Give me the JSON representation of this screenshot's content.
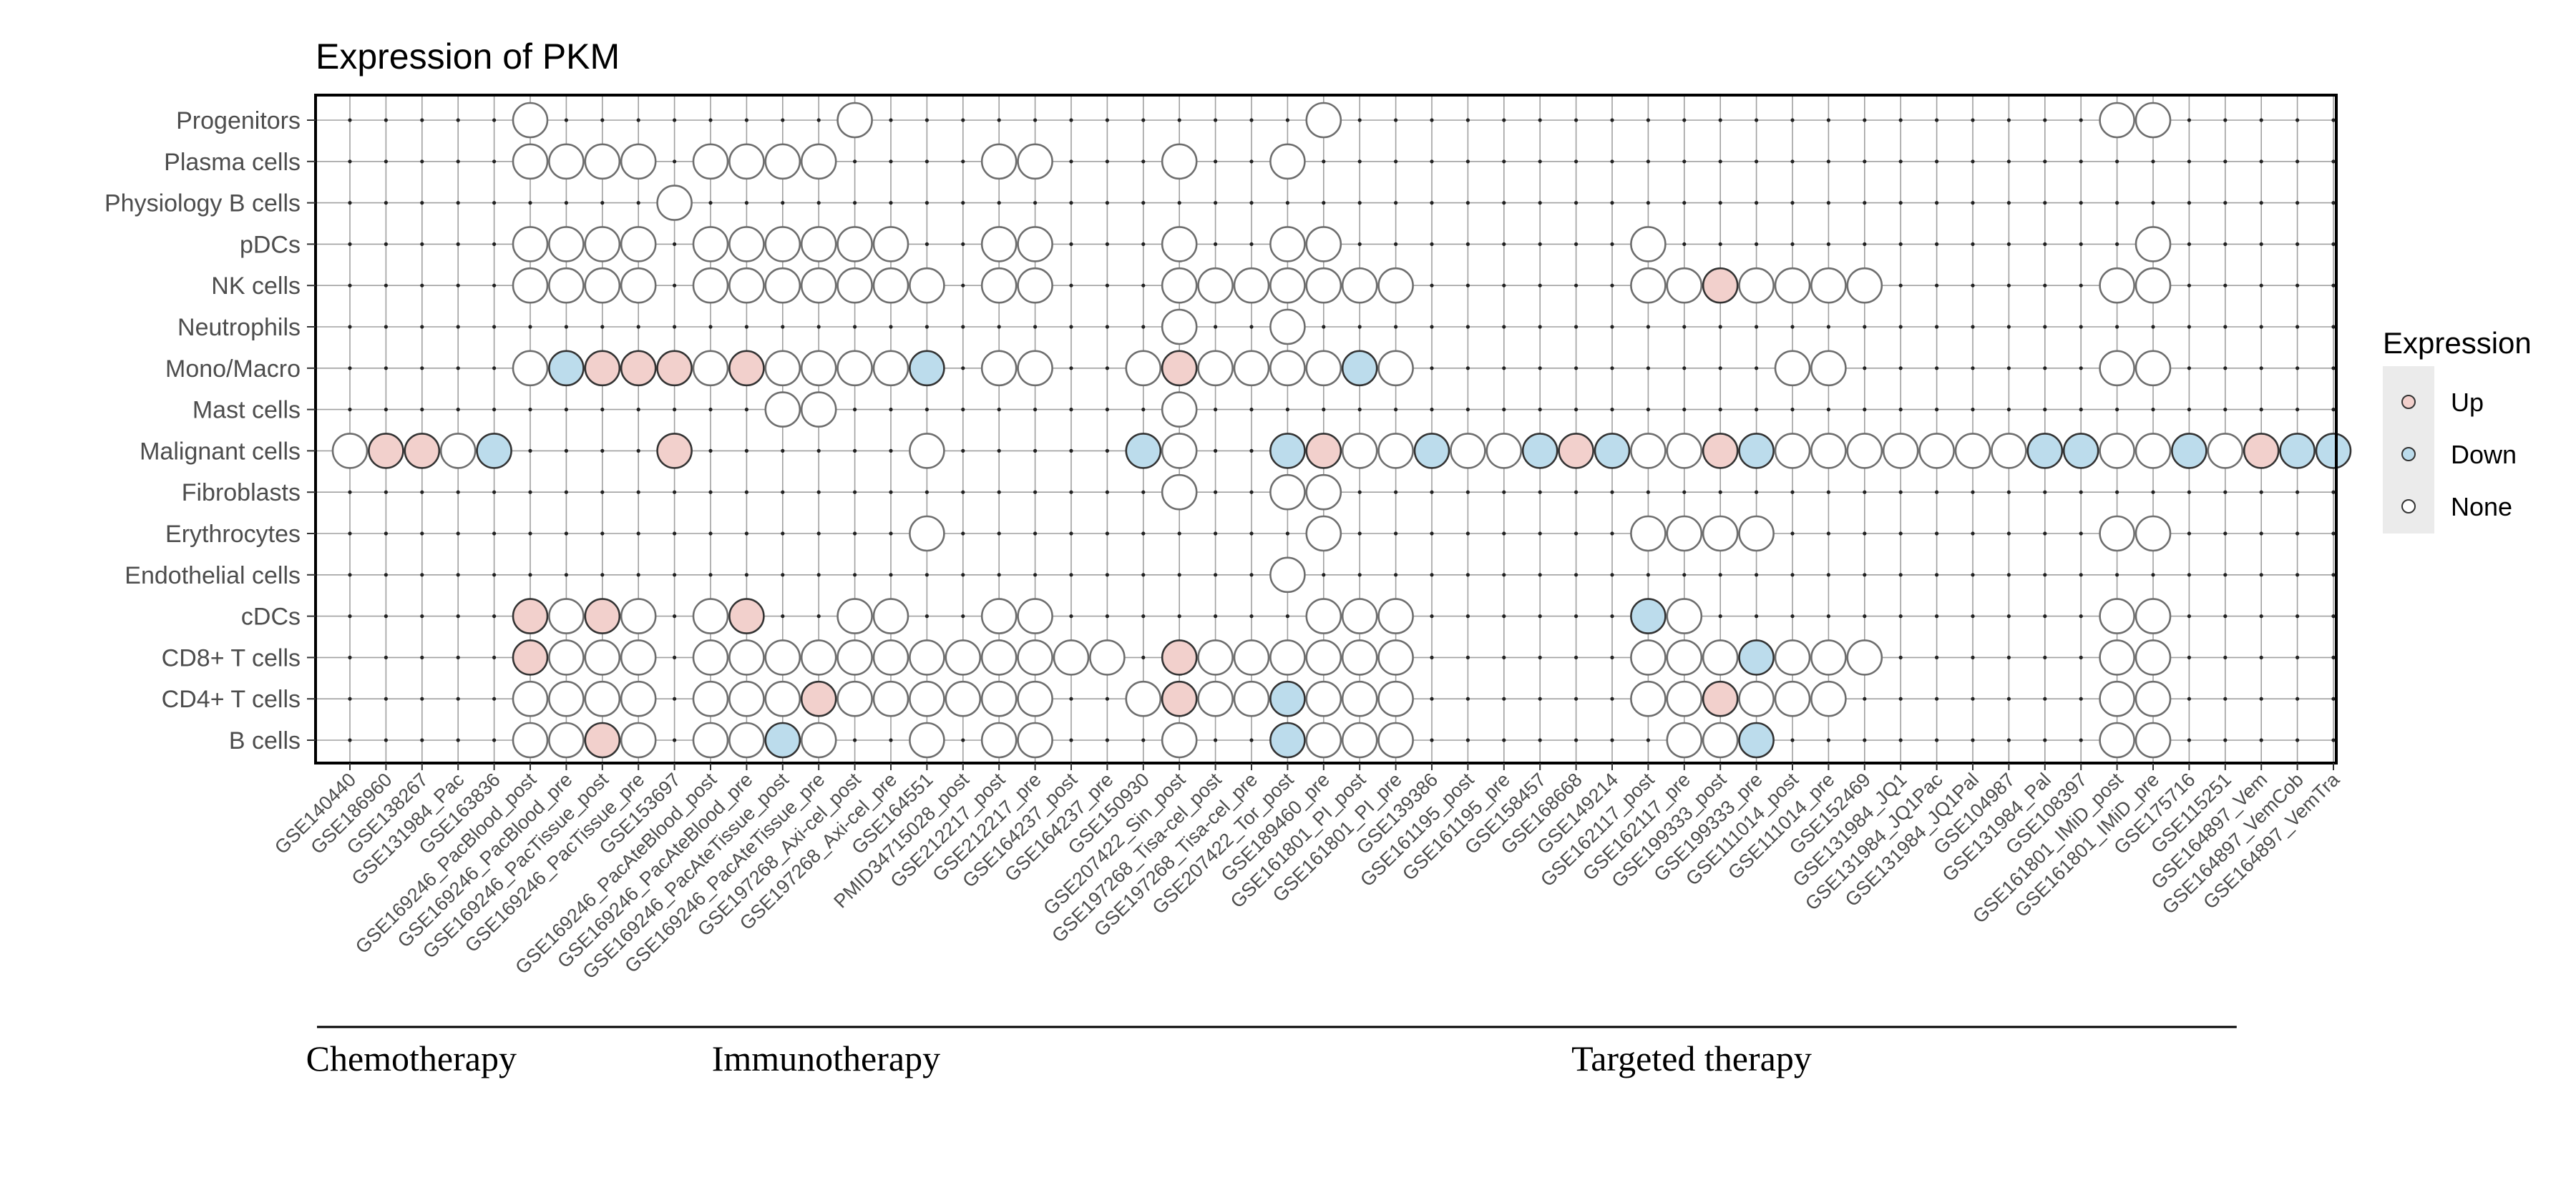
{
  "chart_data": {
    "type": "dot-matrix",
    "title": "Expression of PKM",
    "legend": {
      "title": "Expression",
      "placement": "right",
      "entries": [
        {
          "label": "Up",
          "color": "#f2d0cc"
        },
        {
          "label": "Down",
          "color": "#bcdcec"
        },
        {
          "label": "None",
          "color": "#ffffff"
        }
      ]
    },
    "y_categories": [
      "Progenitors",
      "Plasma cells",
      "Physiology B cells",
      "pDCs",
      "NK cells",
      "Neutrophils",
      "Mono/Macro",
      "Mast cells",
      "Malignant cells",
      "Fibroblasts",
      "Erythrocytes",
      "Endothelial cells",
      "cDCs",
      "CD8+ T cells",
      "CD4+ T cells",
      "B cells"
    ],
    "x_categories": [
      "GSE140440",
      "GSE186960",
      "GSE138267",
      "GSE131984_Pac",
      "GSE163836",
      "GSE169246_PacBlood_post",
      "GSE169246_PacBlood_pre",
      "GSE169246_PacTissue_post",
      "GSE169246_PacTissue_pre",
      "GSE153697",
      "GSE169246_PacAteBlood_post",
      "GSE169246_PacAteBlood_pre",
      "GSE169246_PacAteTissue_post",
      "GSE169246_PacAteTissue_pre",
      "GSE197268_Axi-cel_post",
      "GSE197268_Axi-cel_pre",
      "GSE164551",
      "PMID34715028_post",
      "GSE212217_post",
      "GSE212217_pre",
      "GSE164237_post",
      "GSE164237_pre",
      "GSE150930",
      "GSE207422_Sin_post",
      "GSE197268_Tisa-cel_post",
      "GSE197268_Tisa-cel_pre",
      "GSE207422_Tor_post",
      "GSE189460_pre",
      "GSE161801_PI_post",
      "GSE161801_PI_pre",
      "GSE139386",
      "GSE161195_post",
      "GSE161195_pre",
      "GSE158457",
      "GSE168668",
      "GSE149214",
      "GSE162117_post",
      "GSE162117_pre",
      "GSE199333_post",
      "GSE199333_pre",
      "GSE111014_post",
      "GSE111014_pre",
      "GSE152469",
      "GSE131984_JQ1",
      "GSE131984_JQ1Pac",
      "GSE131984_JQ1Pal",
      "GSE104987",
      "GSE131984_Pal",
      "GSE108397",
      "GSE161801_IMiD_post",
      "GSE161801_IMiD_pre",
      "GSE175716",
      "GSE115251",
      "GSE164897_Vem",
      "GSE164897_VemCob",
      "GSE164897_VemTra"
    ],
    "points": {
      "Progenitors": {
        "5": "None",
        "14": "None",
        "27": "None",
        "49": "None",
        "50": "None"
      },
      "Plasma cells": {
        "5": "None",
        "6": "None",
        "7": "None",
        "8": "None",
        "10": "None",
        "11": "None",
        "12": "None",
        "13": "None",
        "18": "None",
        "19": "None",
        "23": "None",
        "26": "None"
      },
      "Physiology B cells": {
        "9": "None"
      },
      "pDCs": {
        "5": "None",
        "6": "None",
        "7": "None",
        "8": "None",
        "10": "None",
        "11": "None",
        "12": "None",
        "13": "None",
        "14": "None",
        "15": "None",
        "18": "None",
        "19": "None",
        "23": "None",
        "26": "None",
        "27": "None",
        "36": "None",
        "50": "None"
      },
      "NK cells": {
        "5": "None",
        "6": "None",
        "7": "None",
        "8": "None",
        "10": "None",
        "11": "None",
        "12": "None",
        "13": "None",
        "14": "None",
        "15": "None",
        "16": "None",
        "18": "None",
        "19": "None",
        "23": "None",
        "24": "None",
        "25": "None",
        "26": "None",
        "27": "None",
        "28": "None",
        "29": "None",
        "36": "None",
        "37": "None",
        "38": "Up",
        "39": "None",
        "40": "None",
        "41": "None",
        "42": "None",
        "49": "None",
        "50": "None"
      },
      "Neutrophils": {
        "23": "None",
        "26": "None"
      },
      "Mono/Macro": {
        "5": "None",
        "6": "Down",
        "7": "Up",
        "8": "Up",
        "9": "Up",
        "10": "None",
        "11": "Up",
        "12": "None",
        "13": "None",
        "14": "None",
        "15": "None",
        "16": "Down",
        "18": "None",
        "19": "None",
        "22": "None",
        "23": "Up",
        "24": "None",
        "25": "None",
        "26": "None",
        "27": "None",
        "28": "Down",
        "29": "None",
        "40": "None",
        "41": "None",
        "49": "None",
        "50": "None"
      },
      "Mast cells": {
        "12": "None",
        "13": "None",
        "23": "None"
      },
      "Malignant cells": {
        "0": "None",
        "1": "Up",
        "2": "Up",
        "3": "None",
        "4": "Down",
        "9": "Up",
        "16": "None",
        "22": "Down",
        "23": "None",
        "26": "Down",
        "27": "Up",
        "28": "None",
        "29": "None",
        "30": "Down",
        "31": "None",
        "32": "None",
        "33": "Down",
        "34": "Up",
        "35": "Down",
        "36": "None",
        "37": "None",
        "38": "Up",
        "39": "Down",
        "40": "None",
        "41": "None",
        "42": "None",
        "43": "None",
        "44": "None",
        "45": "None",
        "46": "None",
        "47": "Down",
        "48": "Down",
        "49": "None",
        "50": "None",
        "51": "Down",
        "52": "None",
        "53": "Up",
        "54": "Down",
        "55": "Down"
      },
      "Fibroblasts": {
        "23": "None",
        "26": "None",
        "27": "None"
      },
      "Erythrocytes": {
        "16": "None",
        "27": "None",
        "36": "None",
        "37": "None",
        "38": "None",
        "39": "None",
        "49": "None",
        "50": "None"
      },
      "Endothelial cells": {
        "26": "None"
      },
      "cDCs": {
        "5": "Up",
        "6": "None",
        "7": "Up",
        "8": "None",
        "10": "None",
        "11": "Up",
        "14": "None",
        "15": "None",
        "18": "None",
        "19": "None",
        "27": "None",
        "28": "None",
        "29": "None",
        "36": "Down",
        "37": "None",
        "49": "None",
        "50": "None"
      },
      "CD8+ T cells": {
        "5": "Up",
        "6": "None",
        "7": "None",
        "8": "None",
        "10": "None",
        "11": "None",
        "12": "None",
        "13": "None",
        "14": "None",
        "15": "None",
        "16": "None",
        "17": "None",
        "18": "None",
        "19": "None",
        "20": "None",
        "21": "None",
        "23": "Up",
        "24": "None",
        "25": "None",
        "26": "None",
        "27": "None",
        "28": "None",
        "29": "None",
        "36": "None",
        "37": "None",
        "38": "None",
        "39": "Down",
        "40": "None",
        "41": "None",
        "42": "None",
        "49": "None",
        "50": "None"
      },
      "CD4+ T cells": {
        "5": "None",
        "6": "None",
        "7": "None",
        "8": "None",
        "10": "None",
        "11": "None",
        "12": "None",
        "13": "Up",
        "14": "None",
        "15": "None",
        "16": "None",
        "17": "None",
        "18": "None",
        "19": "None",
        "22": "None",
        "23": "Up",
        "24": "None",
        "25": "None",
        "26": "Down",
        "27": "None",
        "28": "None",
        "29": "None",
        "36": "None",
        "37": "None",
        "38": "Up",
        "39": "None",
        "40": "None",
        "41": "None",
        "49": "None",
        "50": "None"
      },
      "B cells": {
        "5": "None",
        "6": "None",
        "7": "Up",
        "8": "None",
        "10": "None",
        "11": "None",
        "12": "Down",
        "13": "None",
        "16": "None",
        "18": "None",
        "19": "None",
        "23": "None",
        "26": "Down",
        "27": "None",
        "28": "None",
        "29": "None",
        "37": "None",
        "38": "None",
        "39": "Down",
        "49": "None",
        "50": "None"
      }
    },
    "groups": [
      {
        "label": "Chemotherapy",
        "start": 0,
        "end": 4
      },
      {
        "label": "Immunotherapy",
        "start": 5,
        "end": 22
      },
      {
        "label": "Targeted therapy",
        "start": 23,
        "end": 52
      }
    ],
    "colors": {
      "Up": "#f2d0cc",
      "Down": "#bcdcec",
      "None": "#ffffff",
      "stroke": "#6e6e6e",
      "grid": "#a0a0a0",
      "axis_text": "#4d4d4d"
    },
    "grid": true
  }
}
